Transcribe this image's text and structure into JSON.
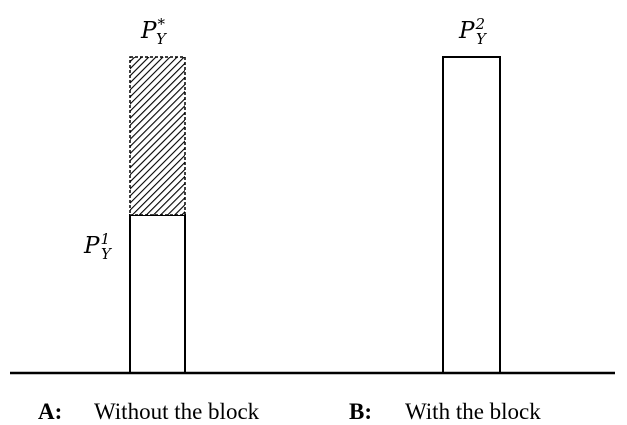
{
  "labels": {
    "p_star": {
      "base": "P",
      "sub": "Y",
      "sup": "*"
    },
    "p_one": {
      "base": "P",
      "sub": "Y",
      "sup": "1"
    },
    "p_two": {
      "base": "P",
      "sub": "Y",
      "sup": "2"
    }
  },
  "panels": [
    {
      "key": "A:",
      "text": "Without the block"
    },
    {
      "key": "B:",
      "text": "With the block"
    }
  ],
  "colors": {
    "stroke": "#000000",
    "fill": "#ffffff"
  }
}
